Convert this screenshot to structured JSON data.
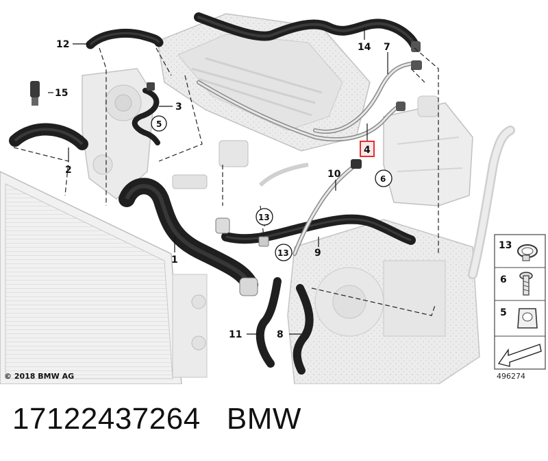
{
  "callouts": {
    "c1": "1",
    "c2": "2",
    "c3": "3",
    "c4": "4",
    "c5": "5",
    "c6": "6",
    "c7": "7",
    "c8": "8",
    "c9": "9",
    "c10": "10",
    "c11": "11",
    "c12": "12",
    "c13a": "13",
    "c13b": "13",
    "c14": "14",
    "c15": "15"
  },
  "legend": {
    "items": [
      {
        "num": "13",
        "icon": "hose-clamp-icon"
      },
      {
        "num": "6",
        "icon": "bolt-icon"
      },
      {
        "num": "5",
        "icon": "hose-clip-icon"
      }
    ],
    "arrow_icon": "assembly-arrow-icon"
  },
  "copyright": "© 2018 BMW AG",
  "diagram_id": "496274",
  "caption": {
    "part_number": "17122437264",
    "brand": "BMW"
  },
  "colors": {
    "hose": "#222222",
    "ghost_part": "#c8c8c8",
    "leader": "#111111",
    "highlight": "#e03030"
  }
}
